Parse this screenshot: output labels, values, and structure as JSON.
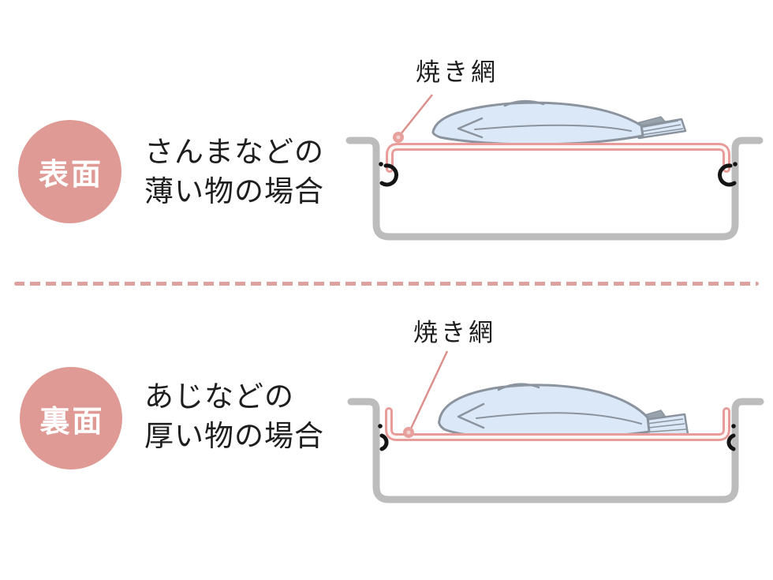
{
  "sections": [
    {
      "badge_label": "表面",
      "heading_line1": "さんまなどの",
      "heading_line2": "薄い物の場合",
      "net_label": "焼き網"
    },
    {
      "badge_label": "裏面",
      "heading_line1": "あじなどの",
      "heading_line2": "厚い物の場合",
      "net_label": "焼き網"
    }
  ],
  "colors": {
    "badge_pink": "#df9a95",
    "net_pink": "#e79c99",
    "callout_pink": "#dc908d",
    "pan_gray": "#bcbcbc",
    "fish_body_blue": "#dbe8f7",
    "fish_outline_gray": "#8b949e",
    "tail_dark_gray": "#98a2ab",
    "hook_black": "#141414",
    "text": "#1e1e1e",
    "dash_pink": "#dda29e",
    "background": "#ffffff"
  }
}
